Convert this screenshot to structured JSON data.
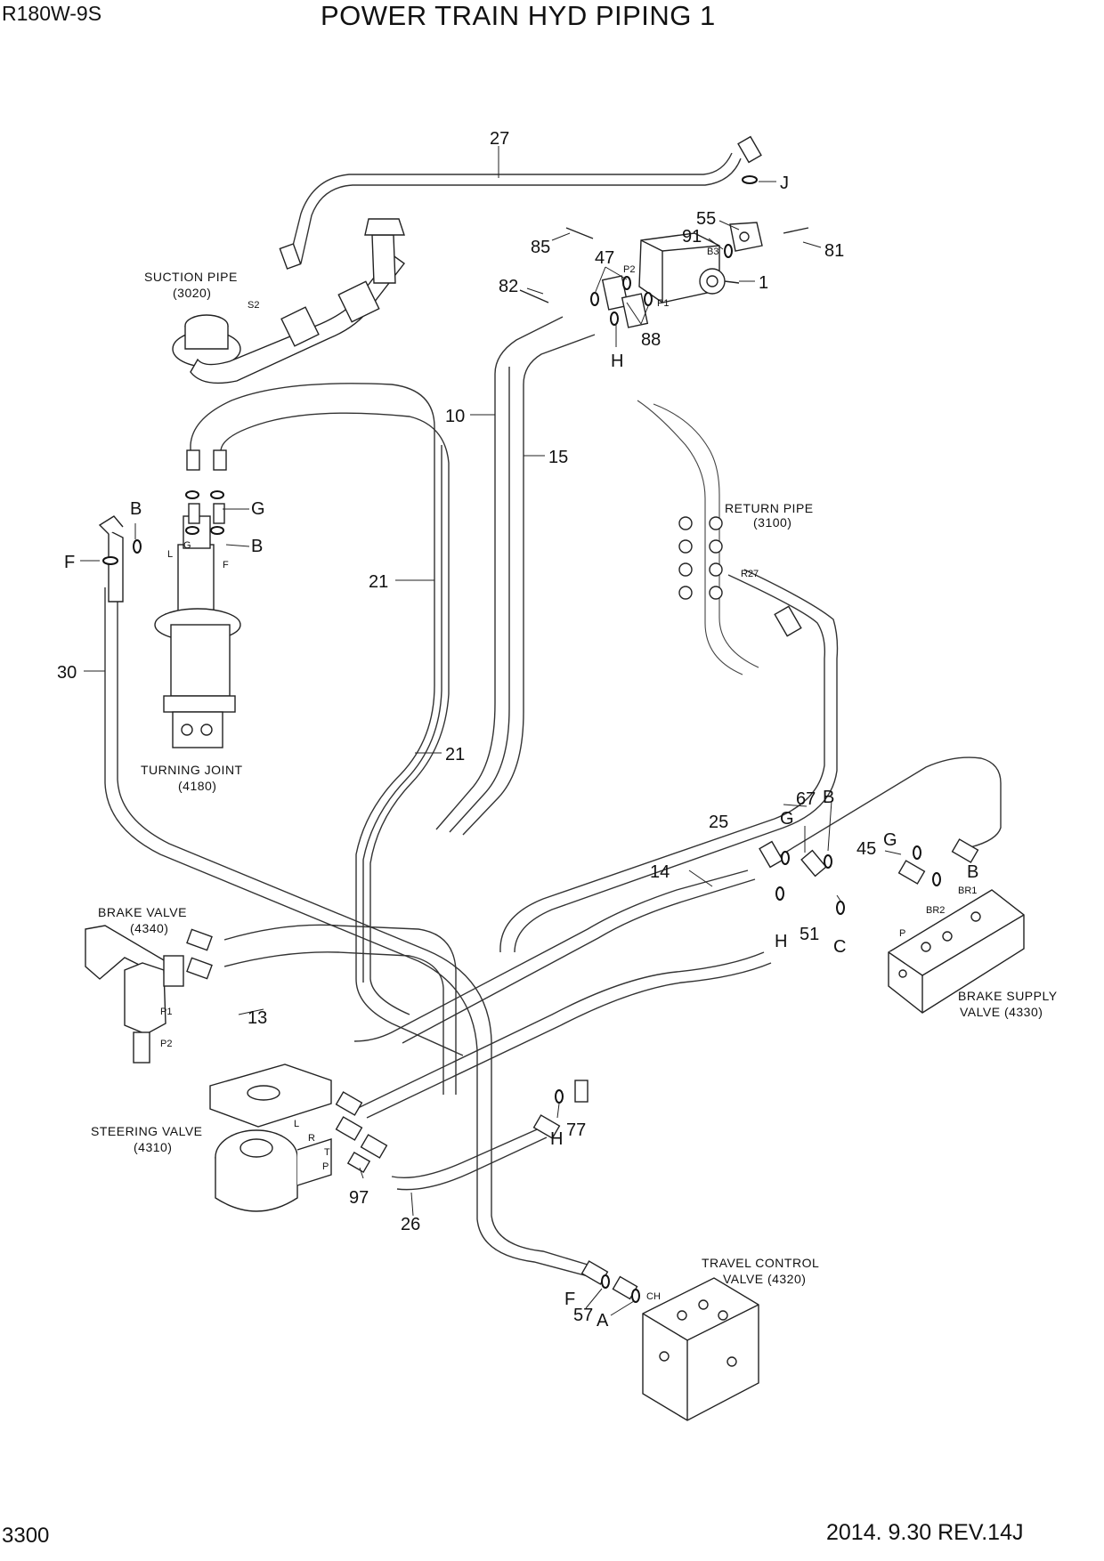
{
  "header": {
    "model": "R180W-9S",
    "title": "POWER TRAIN HYD PIPING 1"
  },
  "footer": {
    "page": "3300",
    "revision": "2014. 9.30  REV.14J"
  },
  "captions": {
    "suction_pipe": "SUCTION PIPE",
    "suction_pipe_code": "(3020)",
    "return_pipe": "RETURN PIPE",
    "return_pipe_code": "(3100)",
    "turning_joint": "TURNING JOINT",
    "turning_joint_code": "(4180)",
    "brake_valve": "BRAKE VALVE",
    "brake_valve_code": "(4340)",
    "steering_valve": "STEERING VALVE",
    "steering_valve_code": "(4310)",
    "brake_supply_valve": "BRAKE SUPPLY",
    "brake_supply_valve_code": "VALVE (4330)",
    "travel_control_valve": "TRAVEL CONTROL",
    "travel_control_valve_code": "VALVE (4320)"
  },
  "callouts": {
    "n27": "27",
    "j": "J",
    "n55": "55",
    "n91": "91",
    "n81": "81",
    "n85": "85",
    "n47": "47",
    "n1": "1",
    "n82": "82",
    "n88": "88",
    "h_pump": "H",
    "n10": "10",
    "n15": "15",
    "b_tj_left": "B",
    "g_tj": "G",
    "b_tj_right": "B",
    "f_tj": "F",
    "n21_upper": "21",
    "n21_lower": "21",
    "n30": "30",
    "n67": "67",
    "b_mid": "B",
    "g_mid": "G",
    "n25": "25",
    "n45": "45",
    "g_bsv": "G",
    "b_bsv": "B",
    "n14": "14",
    "h_mid": "H",
    "n51": "51",
    "c": "C",
    "n13": "13",
    "h_low": "H",
    "n77": "77",
    "n97": "97",
    "n26": "26",
    "f_low": "F",
    "n57": "57",
    "a": "A"
  },
  "port_labels": {
    "s2": "S2",
    "p2_pump": "P2",
    "p1_pump": "P1",
    "b3": "B3",
    "l_tj": "L",
    "g_tj_port": "G",
    "f_tj_port": "F",
    "r27": "R27",
    "br1": "BR1",
    "br2": "BR2",
    "p_bsv": "P",
    "p1_bv": "P1",
    "p2_bv": "P2",
    "l_sv": "L",
    "r_sv": "R",
    "t_sv": "T",
    "p_sv": "P",
    "ch": "CH"
  }
}
